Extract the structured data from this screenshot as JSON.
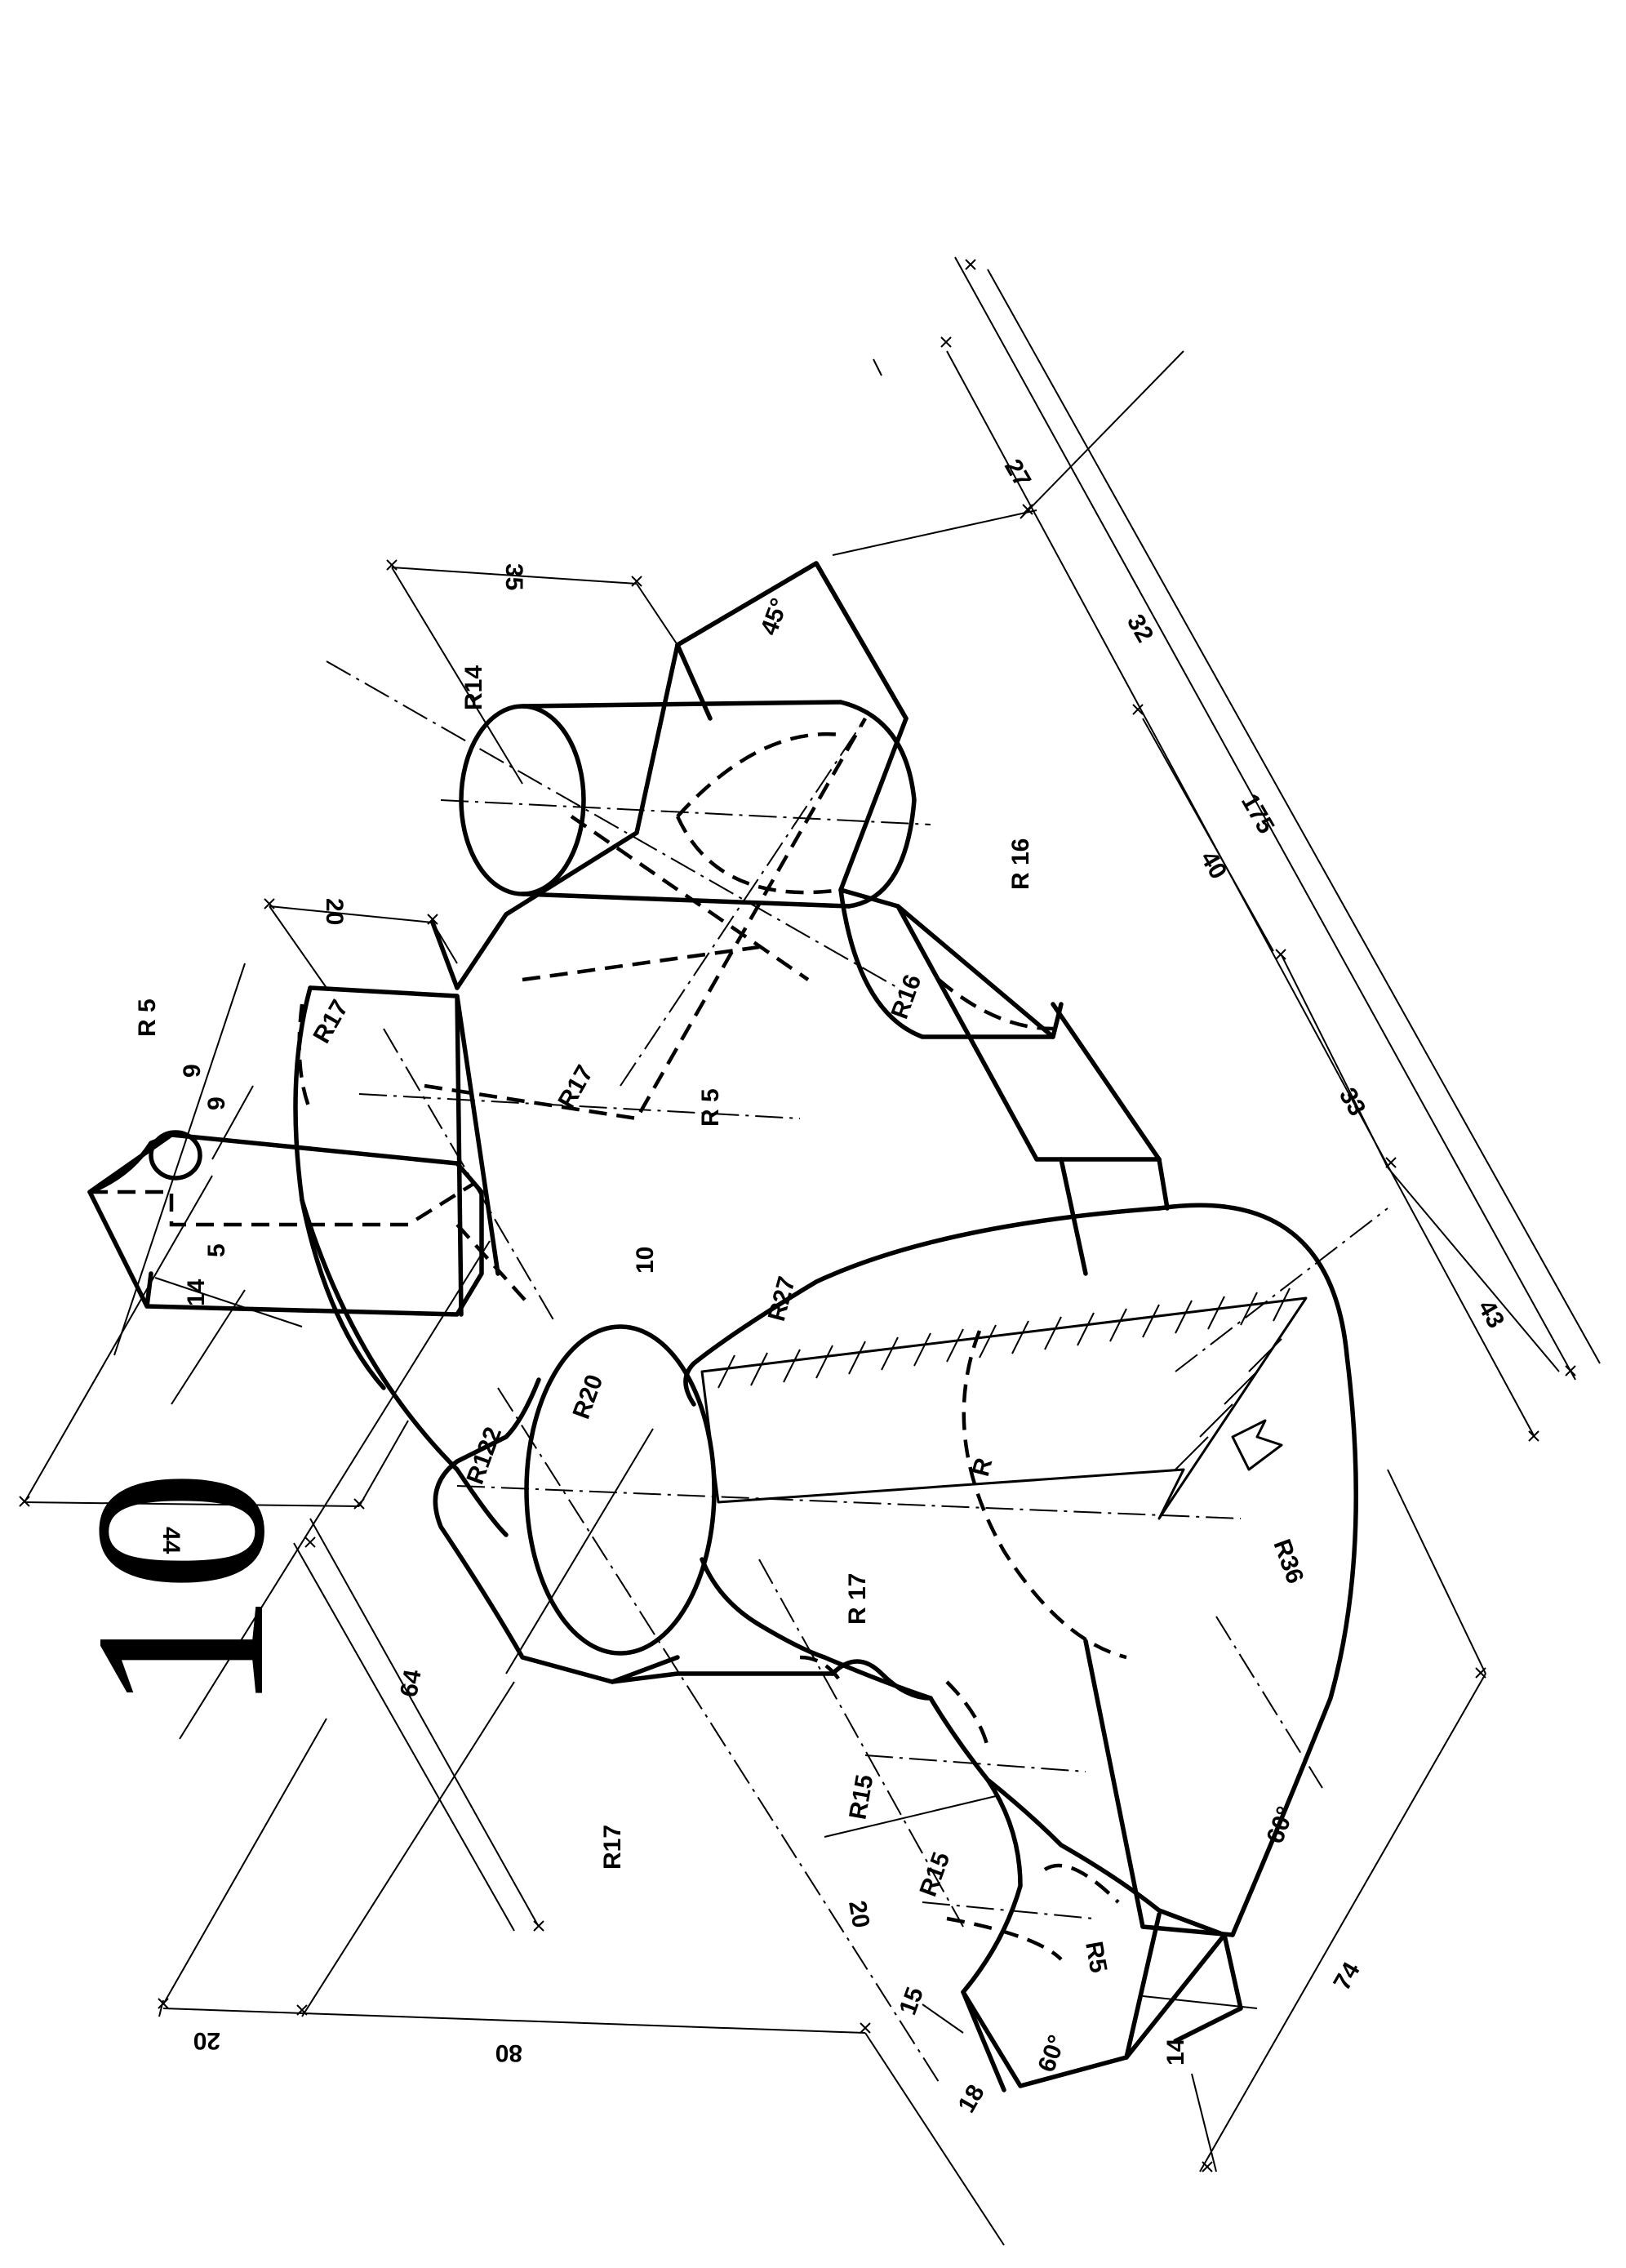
{
  "sheet": {
    "number": "10"
  },
  "dimensions": {
    "d44": "44",
    "d20_top": "20",
    "d35": "35",
    "r14": "R14",
    "r5_top": "R 5",
    "d9a": "9",
    "d9b": "9",
    "d5": "5",
    "d14_top": "14",
    "r17_upper": "R17",
    "r17_mid": "R17",
    "r5_mid": "R 5",
    "d10": "10",
    "r122": "R122",
    "r20": "R20",
    "r27": "R27",
    "r": "R",
    "r36": "R36",
    "r16a": "R16",
    "r16b": "R 16",
    "r17_low": "R 17",
    "r17_left": "R17",
    "d64": "64",
    "d20_left": "20",
    "d80": "80",
    "r15a": "R15",
    "r15b": "R15",
    "d20_low": "20",
    "r5_low": "R5",
    "d15": "15",
    "d18": "18",
    "a60_low": "60°",
    "d14_low": "14",
    "d74": "74",
    "a60_right": "60°",
    "a45": "45°",
    "d27": "27",
    "d32": "32",
    "d40": "40",
    "d175": "175",
    "d33": "33",
    "d43": "43"
  }
}
